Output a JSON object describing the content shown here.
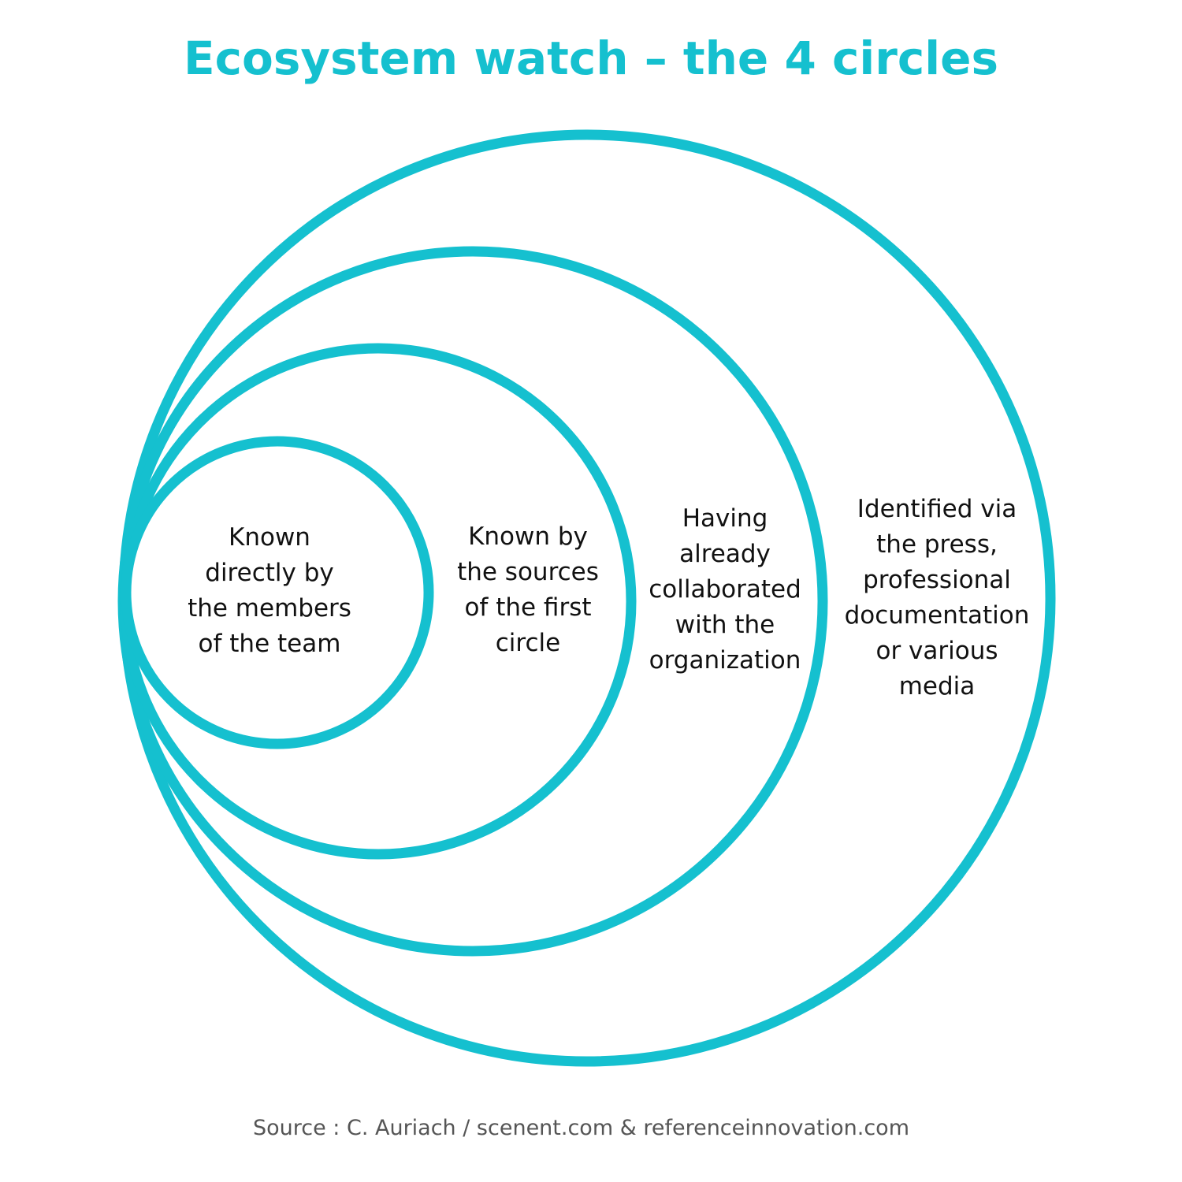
{
  "title": "Ecosystem watch – the 4 circles",
  "accent_color": "#15c0cf",
  "circles": [
    {
      "lines": [
        "Known",
        "directly by",
        "the members",
        "of the team"
      ]
    },
    {
      "lines": [
        "Known by",
        "the sources",
        "of the first",
        "circle"
      ]
    },
    {
      "lines": [
        "Having",
        "already",
        "collaborated",
        "with the",
        "organization"
      ]
    },
    {
      "lines": [
        "Identified via",
        "the press,",
        "professional",
        "documentation",
        "or various",
        "media"
      ]
    }
  ],
  "source": "Source : C. Auriach / scenent.com & referenceinnovation.com"
}
